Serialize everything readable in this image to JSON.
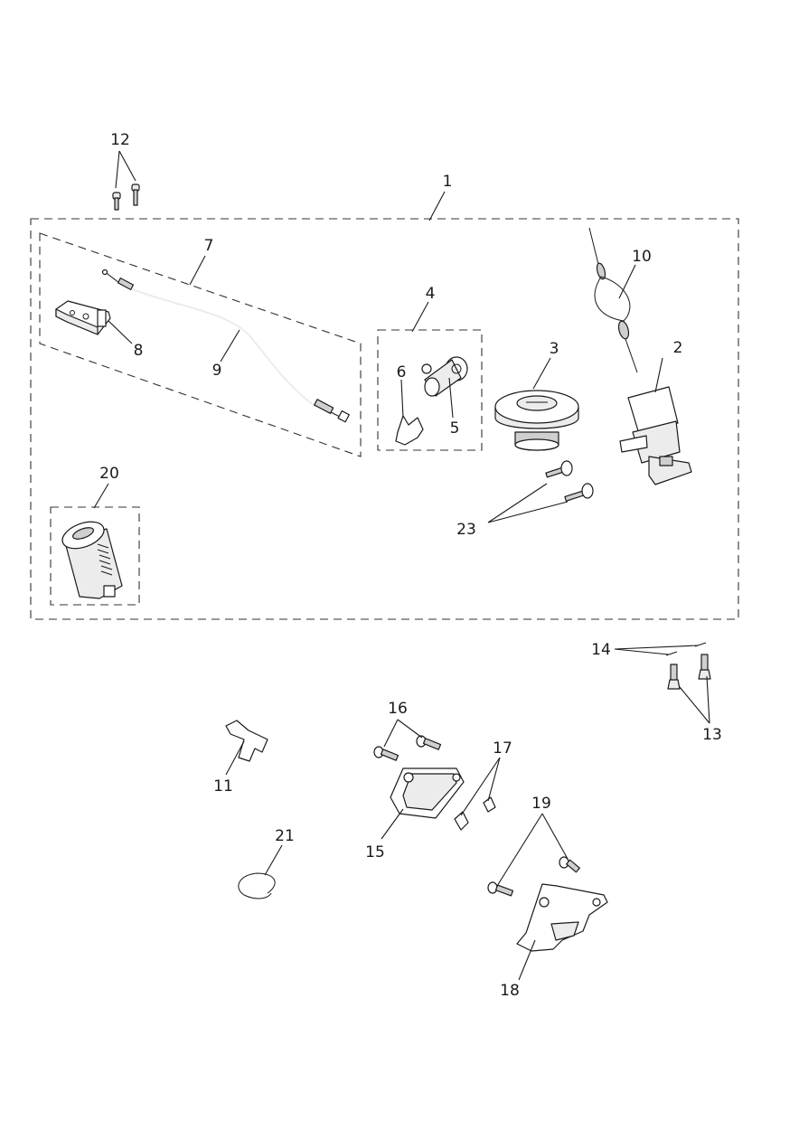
{
  "diagram": {
    "callouts": [
      "1",
      "2",
      "3",
      "4",
      "5",
      "6",
      "7",
      "8",
      "9",
      "10",
      "11",
      "12",
      "13",
      "14",
      "15",
      "16",
      "17",
      "18",
      "19",
      "20",
      "21",
      "23"
    ]
  }
}
